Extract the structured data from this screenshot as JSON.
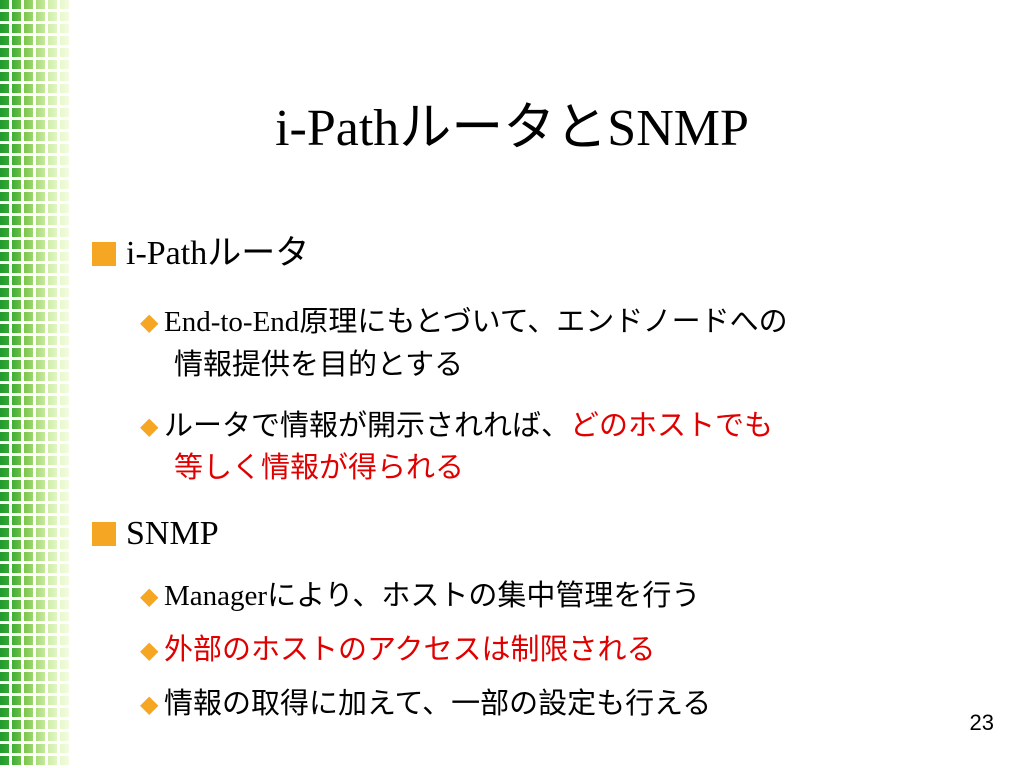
{
  "slide": {
    "title": "i-PathルータとSNMP",
    "page_number": "23",
    "accent_color": "#f5a623",
    "emphasis_color": "#e00000"
  },
  "sections": [
    {
      "heading": "i-Pathルータ",
      "items": [
        {
          "lead": "End-to-End",
          "text1": "原理にもとづいて、エンドノードへの",
          "text2": "情報提供を目的とする"
        },
        {
          "text1": "ルータで情報が開示されれば、",
          "red1": "どのホストでも",
          "red2": "等しく情報が得られる"
        }
      ]
    },
    {
      "heading": "SNMP",
      "items": [
        {
          "lead": "Manager",
          "text1": "により、ホストの集中管理を行う"
        },
        {
          "red1": "外部のホストのアクセスは制限される"
        },
        {
          "text1": "情報の取得に加えて、一部の設定も行える"
        }
      ]
    }
  ]
}
